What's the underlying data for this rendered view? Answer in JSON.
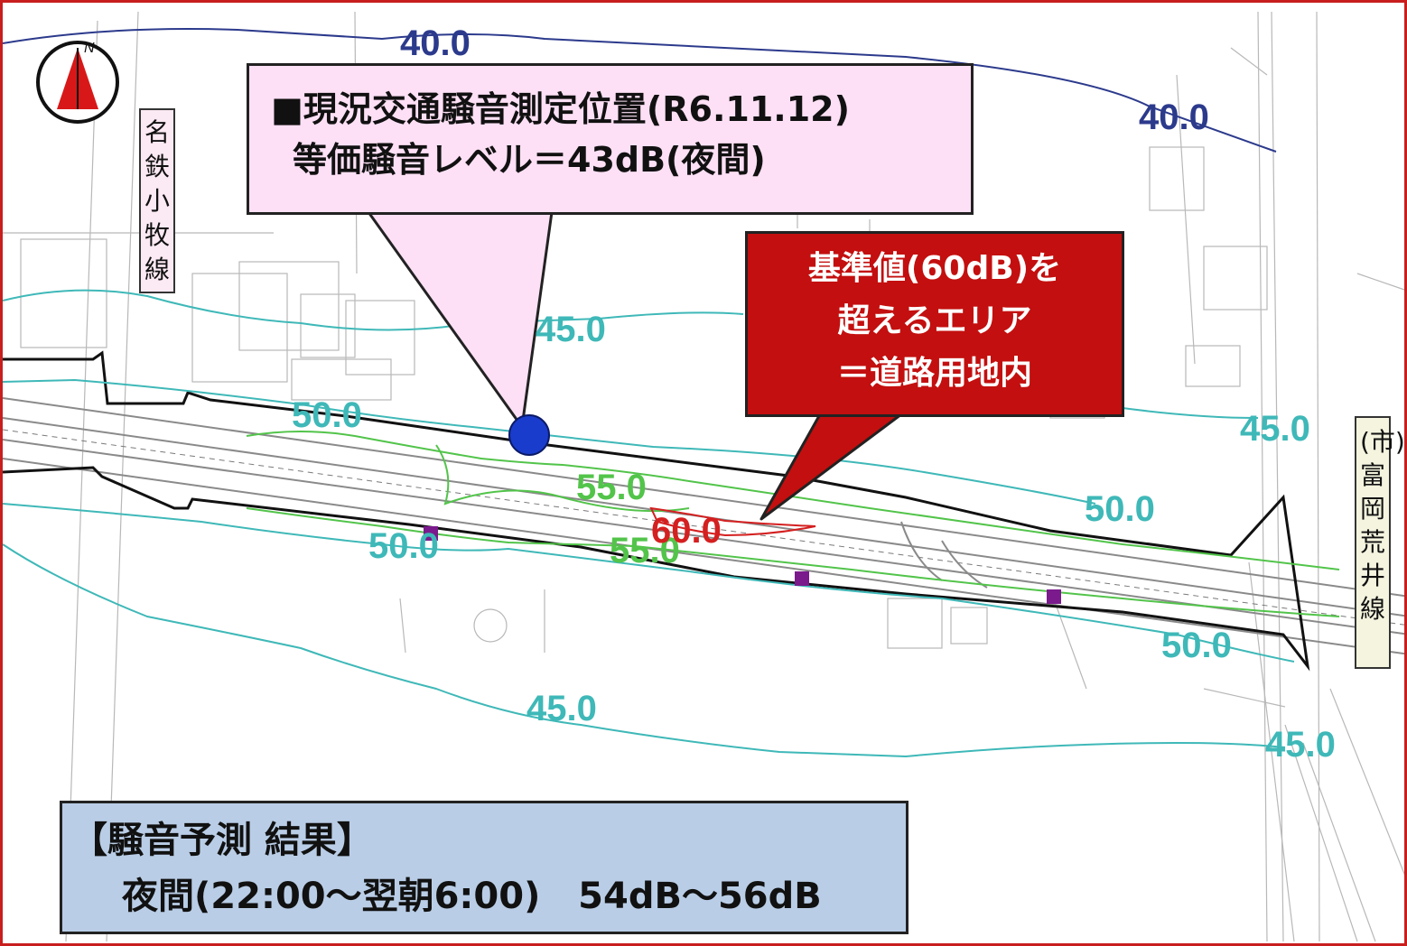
{
  "measurement_callout": {
    "line1": "■現況交通騒音測定位置(R6.11.12)",
    "line2": "等価騒音レベル＝43dB(夜間)"
  },
  "standard_callout": {
    "line1": "基準値(60dB)を",
    "line2": "超えるエリア",
    "line3": "＝道路用地内"
  },
  "result_box": {
    "line1": "【騒音予測 結果】",
    "line2": "夜間(22:00～翌朝6:00)   54dB～56dB"
  },
  "rail_line_label": "名鉄小牧線",
  "city_road_label": "(市)富岡荒井線",
  "compass_letter": "N",
  "contour_labels": {
    "c40_a": "40.0",
    "c40_b": "40.0",
    "c45_a": "45.0",
    "c45_b": "45.0",
    "c45_c": "45.0",
    "c45_d": "45.0",
    "c50_a": "50.0",
    "c50_b": "50.0",
    "c50_c": "50.0",
    "c50_d": "50.0",
    "c55_a": "55.0",
    "c55_b": "55.0",
    "c60": "60.0"
  },
  "colors": {
    "frame": "#c81e1e",
    "contour_40": "#2c3a8c",
    "contour_45": "#3fb8b8",
    "contour_50": "#3fb8b8",
    "contour_55": "#52c44a",
    "contour_60": "#d42020",
    "measure_point": "#1a3ccc",
    "callout_pink": "#fde0f5",
    "callout_red": "#c30f0f",
    "result_blue": "#b9cde6"
  }
}
